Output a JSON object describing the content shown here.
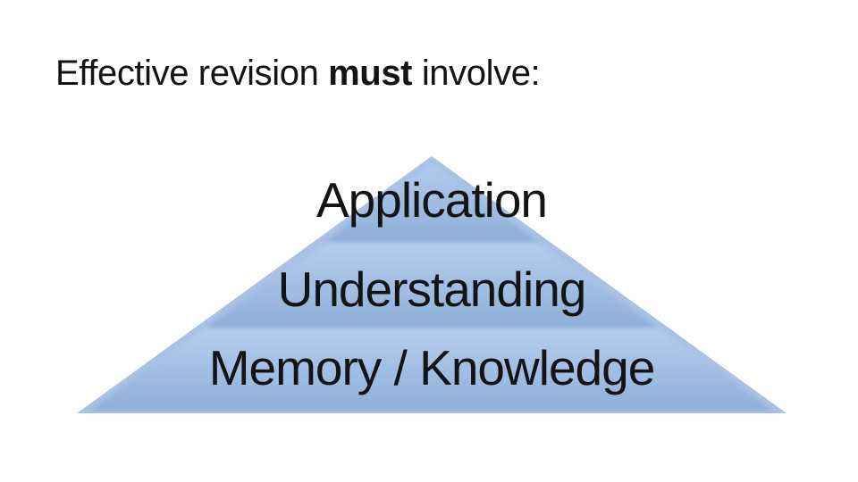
{
  "title": {
    "prefix": "Effective revision ",
    "emphasis": "must",
    "suffix": " involve:"
  },
  "pyramid": {
    "type": "pyramid-diagram",
    "levels": [
      {
        "label": "Application"
      },
      {
        "label": "Understanding"
      },
      {
        "label": "Memory / Knowledge"
      }
    ],
    "colors": {
      "base": "#a9c1e5",
      "tier_top": "#b7cdee",
      "tier_bottom": "#8eafd9"
    },
    "text_color": "#141414"
  }
}
